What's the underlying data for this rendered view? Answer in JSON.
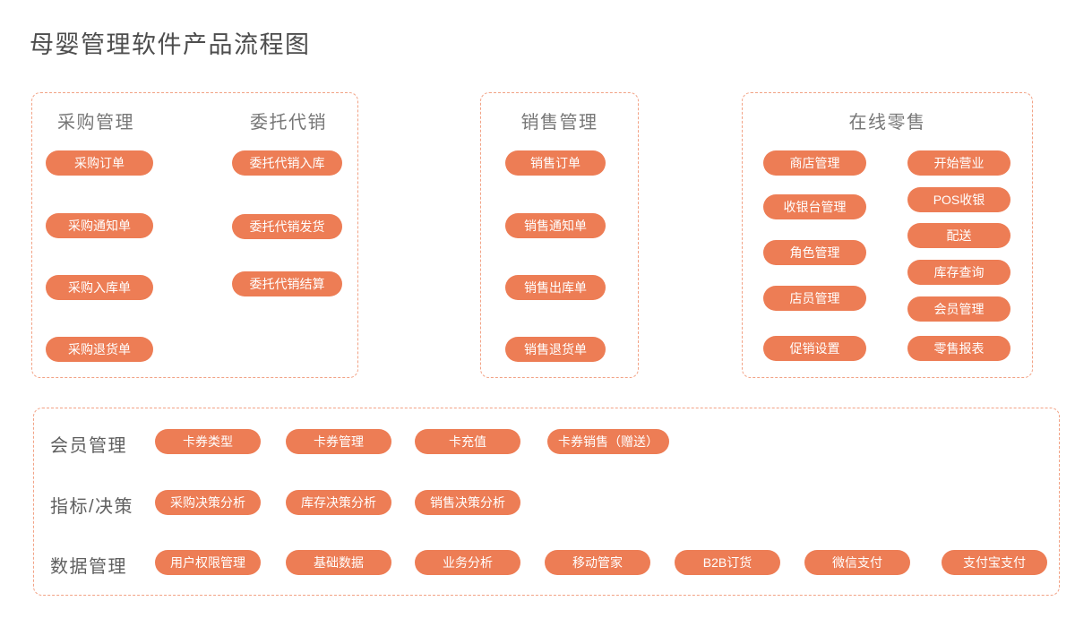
{
  "title": "母婴管理软件产品流程图",
  "colors": {
    "node_fill": "#ED7D55",
    "panel_border": "#F2A285",
    "title_text": "#4D4D4D",
    "header_text": "#777777",
    "node_text": "#FFFFFF"
  },
  "panels": {
    "purchase": {
      "header_left": "采购管理",
      "header_right": "委托代销",
      "left_nodes": [
        "采购订单",
        "采购通知单",
        "采购入库单",
        "采购退货单"
      ],
      "right_nodes": [
        "委托代销入库",
        "委托代销发货",
        "委托代销结算"
      ]
    },
    "sales": {
      "header": "销售管理",
      "nodes": [
        "销售订单",
        "销售通知单",
        "销售出库单",
        "销售退货单"
      ]
    },
    "retail": {
      "header": "在线零售",
      "left_nodes": [
        "商店管理",
        "收银台管理",
        "角色管理",
        "店员管理",
        "促销设置"
      ],
      "right_nodes": [
        "开始营业",
        "POS收银",
        "配送",
        "库存查询",
        "会员管理",
        "零售报表"
      ]
    },
    "bottom": {
      "rows": [
        {
          "label": "会员管理",
          "nodes": [
            "卡券类型",
            "卡券管理",
            "卡充值",
            "卡券销售（赠送）"
          ]
        },
        {
          "label": "指标/决策",
          "nodes": [
            "采购决策分析",
            "库存决策分析",
            "销售决策分析"
          ]
        },
        {
          "label": "数据管理",
          "nodes": [
            "用户权限管理",
            "基础数据",
            "业务分析",
            "移动管家",
            "B2B订货",
            "微信支付",
            "支付宝支付"
          ]
        }
      ]
    }
  }
}
